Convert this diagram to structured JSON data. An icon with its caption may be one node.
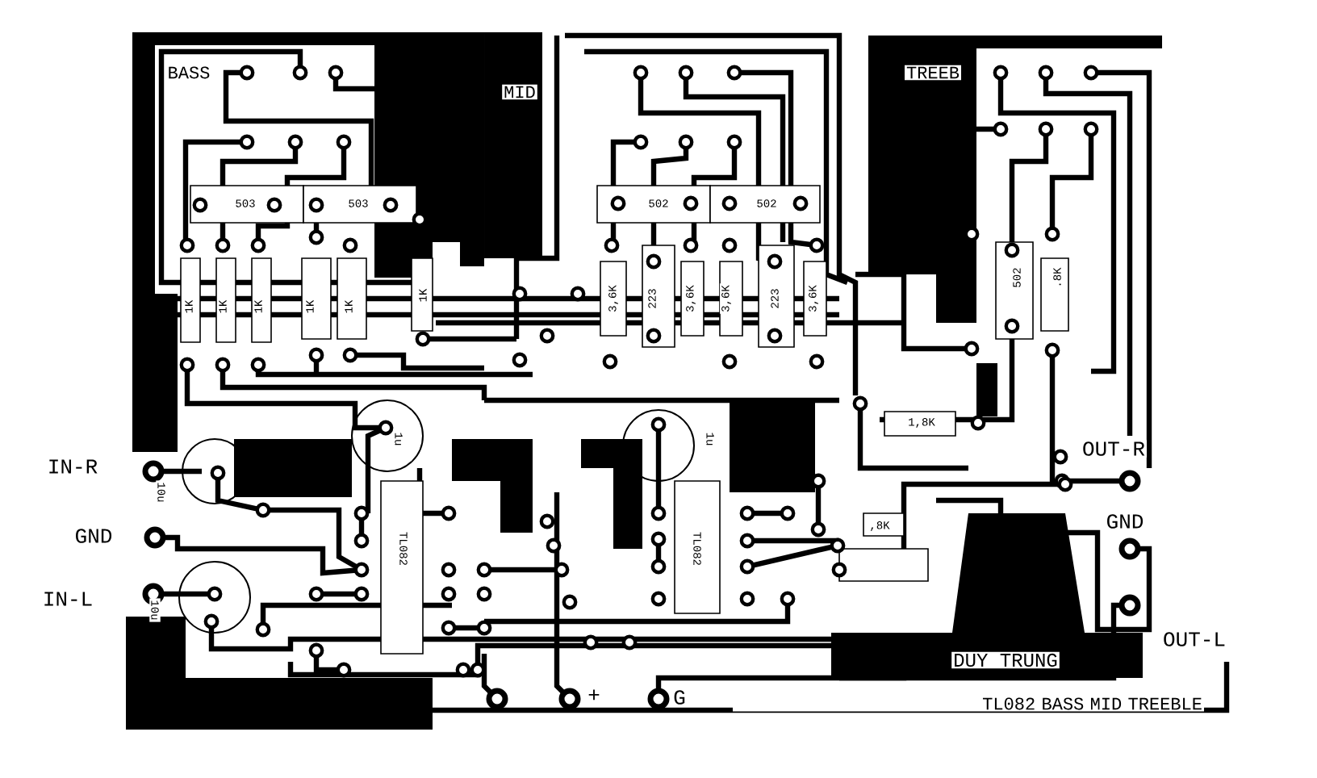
{
  "diagram": {
    "labels": [
      "BASS",
      "MID",
      "TREEB",
      "503",
      "503",
      "502",
      "502",
      "502",
      "1K",
      "1K",
      "1K",
      "1K",
      "1K",
      "1K",
      "3,6K",
      "223",
      "3,6K",
      "3,6K",
      "223",
      "3,6K",
      ".8K",
      "1,8K",
      "1u",
      "1u",
      "IN-R",
      "GND",
      "IN-L",
      "10u",
      "10u",
      "TL082",
      "TL082",
      ",8K",
      "OUT-R",
      "GND",
      "OUT-L",
      "+",
      "G",
      "DUY TRUNG",
      "TL082 BASS MID TREEBLE"
    ]
  }
}
